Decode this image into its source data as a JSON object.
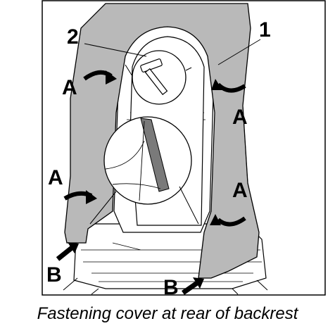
{
  "callouts": {
    "one": "1",
    "two": "2",
    "a": "A",
    "b": "B"
  },
  "caption": "Fastening cover at rear of backrest",
  "colors": {
    "cover": "#b9b9b9",
    "line": "#000000",
    "background": "#ffffff"
  }
}
